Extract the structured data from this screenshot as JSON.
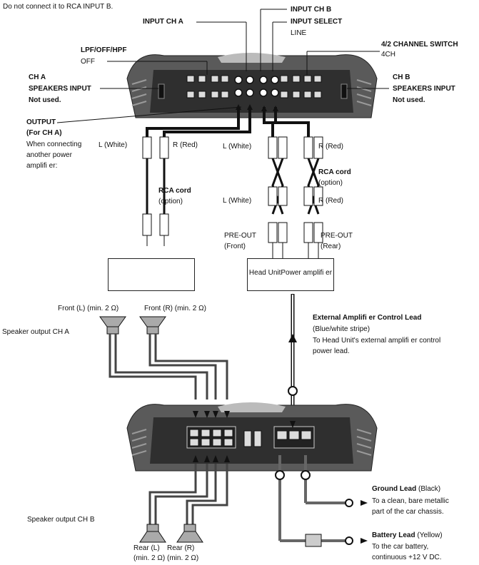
{
  "top_note": "Do not connect it to RCA INPUT B.",
  "labels": {
    "input_ch_a": "INPUT CH A",
    "input_ch_b": "INPUT CH B",
    "input_select": "INPUT SELECT",
    "input_select_value": "LINE",
    "lpf_off_hpf": "LPF/OFF/HPF",
    "lpf_value": "OFF",
    "channel_switch": "4/2 CHANNEL SWITCH",
    "channel_switch_value": "4CH",
    "ch_a_speakers_1": "CH A",
    "ch_a_speakers_2": "SPEAKERS INPUT",
    "ch_a_not_used": "Not used.",
    "ch_b_speakers_1": "CH B",
    "ch_b_speakers_2": "SPEAKERS INPUT",
    "ch_b_not_used": "Not used.",
    "output_title": "OUTPUT",
    "output_sub": "(For CH A)",
    "output_desc_1": "When connecting",
    "output_desc_2": "another power",
    "output_desc_3": "amplifi er:",
    "l_white_left": "L (White)",
    "r_red_left": "R (Red)",
    "rca_cord_left": "RCA cord",
    "option_left": "(option)",
    "l_white_right_1": "L (White)",
    "r_red_right_1": "R (Red)",
    "rca_cord_right": "RCA cord",
    "option_right": "(option)",
    "l_white_right_2": "L (White)",
    "r_red_right_2": "R (Red)",
    "pre_out_front": "PRE-OUT",
    "front_paren": "(Front)",
    "pre_out_rear": "PRE-OUT",
    "rear_paren": "(Rear)",
    "head_unit_box": "Head UnitPower amplifi er",
    "front_l": "Front (L) (min. 2 Ω)",
    "front_r": "Front (R) (min. 2 Ω)",
    "speaker_out_a": "Speaker output CH A",
    "ext_lead_title": "External Amplifi er Control Lead",
    "ext_lead_1": "(Blue/white stripe)",
    "ext_lead_2": "To Head Unit's external amplifi er control",
    "ext_lead_3": "power lead.",
    "speaker_out_b": "Speaker output CH B",
    "rear_l_1": "Rear (L)",
    "rear_l_2": "(min. 2 Ω)",
    "rear_r_1": "Rear (R)",
    "rear_r_2": "(min. 2 Ω)",
    "ground_title": "Ground Lead",
    "ground_color": "(Black)",
    "ground_1": "To a clean, bare metallic",
    "ground_2": "part of the car chassis.",
    "battery_title": "Battery Lead",
    "battery_color": "(Yellow)",
    "battery_1": "To the car battery,",
    "battery_2": "continuous +12 V DC."
  }
}
